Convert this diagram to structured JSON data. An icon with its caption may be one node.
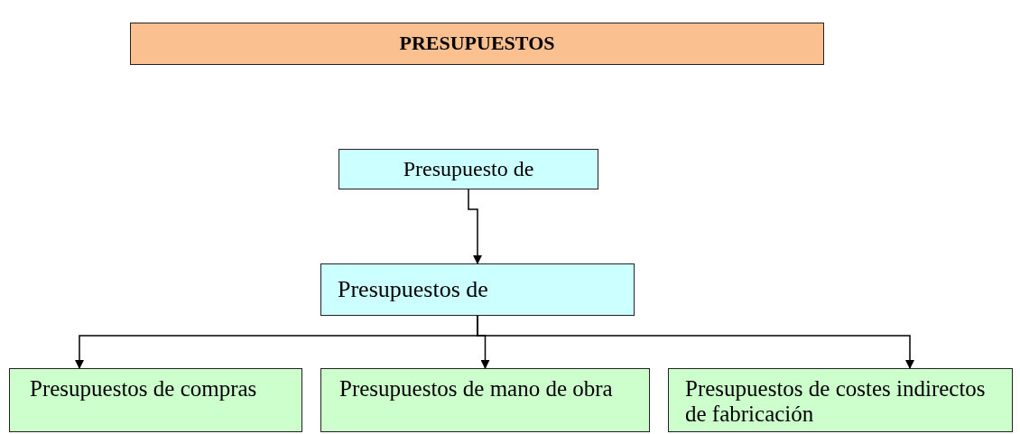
{
  "diagram": {
    "nodes": [
      {
        "text": [
          "PRESUPUESTOS"
        ]
      },
      {
        "text": [
          "Presupuesto de"
        ]
      },
      {
        "text": [
          "Presupuestos de"
        ]
      },
      {
        "text": [
          "Presupuestos de compras"
        ]
      },
      {
        "text": [
          "Presupuestos de mano de obra"
        ]
      },
      {
        "text": [
          "Presupuestos de costes indirectos de fabricación"
        ]
      }
    ],
    "edges": [
      {
        "from": 1,
        "to": 2,
        "arrow": "to"
      },
      {
        "from": 2,
        "to": 3,
        "arrow": "to"
      },
      {
        "from": 2,
        "to": 4,
        "arrow": "to"
      },
      {
        "from": 2,
        "to": 5,
        "arrow": "to"
      }
    ]
  }
}
